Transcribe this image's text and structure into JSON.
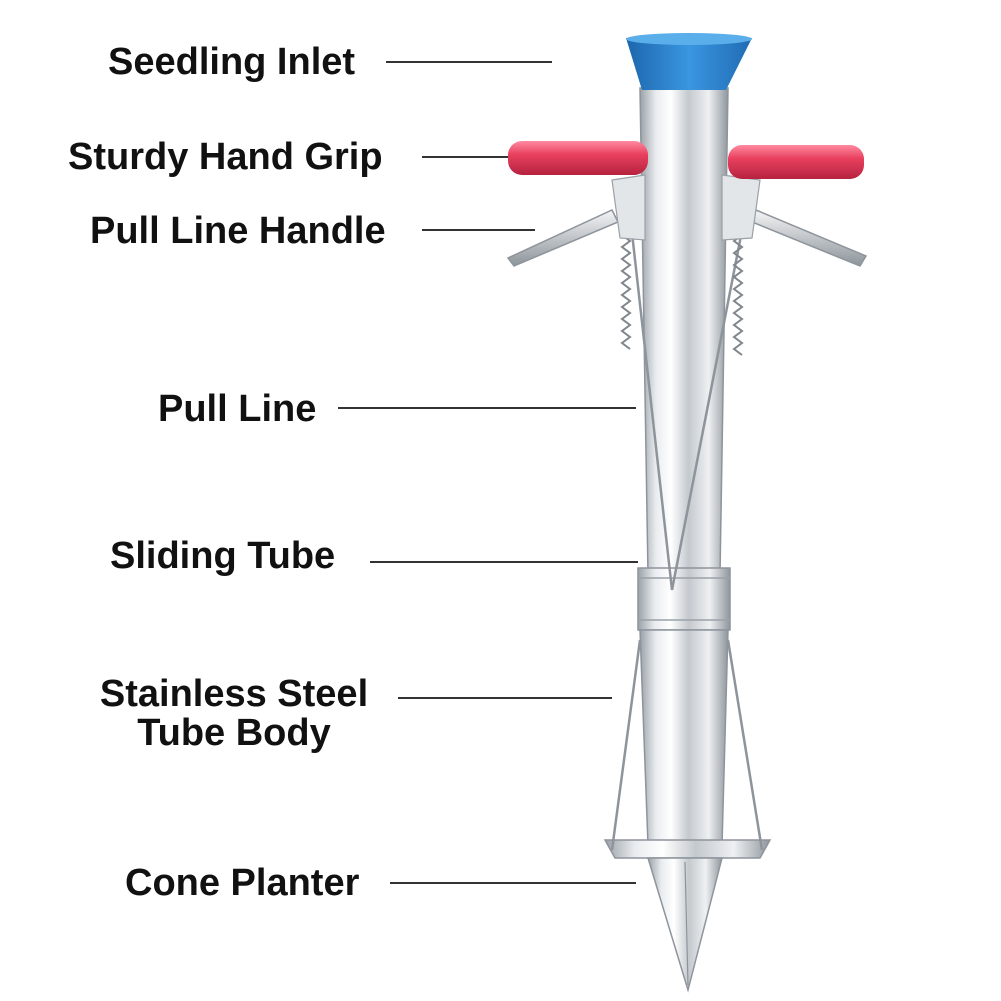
{
  "labels": {
    "seedling_inlet": "Seedling Inlet",
    "sturdy_hand_grip": "Sturdy Hand Grip",
    "pull_line_handle": "Pull Line Handle",
    "pull_line": "Pull Line",
    "sliding_tube": "Sliding Tube",
    "tube_body_line1": "Stainless Steel",
    "tube_body_line2": "Tube Body",
    "cone_planter": "Cone Planter"
  },
  "colors": {
    "inlet_cup": "#2f86d4",
    "hand_grip": "#e8405e",
    "steel": "#c8cdd2",
    "leader_line": "#333333",
    "label_text": "#111111",
    "background": "#ffffff"
  }
}
